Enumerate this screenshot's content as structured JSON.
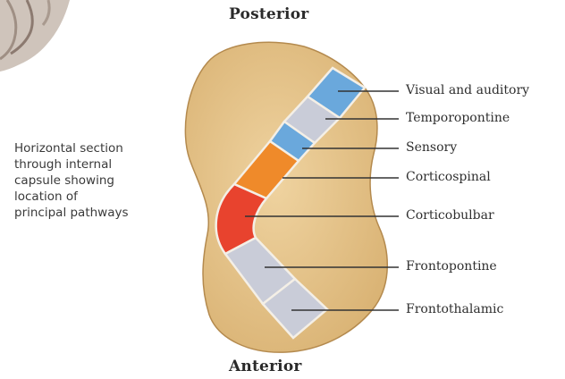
{
  "orientation": {
    "top": "Posterior",
    "bottom": "Anterior"
  },
  "caption_lines": [
    "Horizontal section",
    "through internal",
    "capsule showing",
    "location of",
    "principal pathways"
  ],
  "pathways": [
    {
      "label": "Visual and auditory",
      "color": "#6aa8dc"
    },
    {
      "label": "Temporopontine",
      "color": "#c9ccd8"
    },
    {
      "label": "Sensory",
      "color": "#6aa8dc"
    },
    {
      "label": "Corticospinal",
      "color": "#ef8a2a"
    },
    {
      "label": "Corticobulbar",
      "color": "#e8432e"
    },
    {
      "label": "Frontopontine",
      "color": "#c9ccd8"
    },
    {
      "label": "Frontothalamic",
      "color": "#c9ccd8"
    }
  ],
  "colors": {
    "tissue": "#e6c289",
    "tissue_edge": "#b48a4e",
    "leader": "#333333"
  }
}
